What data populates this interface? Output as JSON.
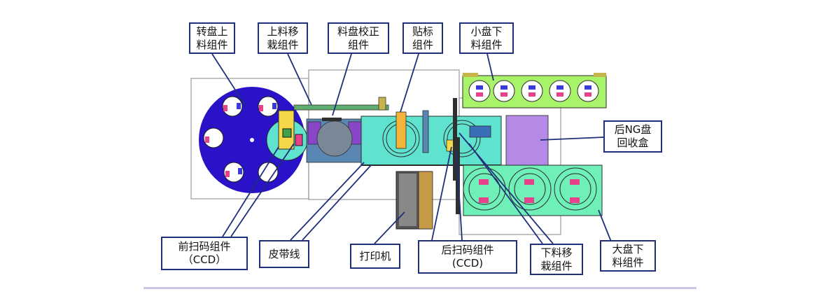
{
  "labels": {
    "turntable_loading": "转盘上\n料组件",
    "loading_transfer": "上料移\n栽组件",
    "tray_correction": "料盘校正\n组件",
    "labeling": "贴标\n组件",
    "small_tray_unloading": "小盘下\n料组件",
    "ng_tray_recovery": "后NG盘\n回收盒",
    "front_scan": "前扫码组件\n（CCD）",
    "belt_line": "皮带线",
    "printer": "打印机",
    "rear_scan": "后扫码组件\n(CCD)",
    "unloading_transfer": "下料移\n栽组件",
    "large_tray_unloading": "大盘下\n料组件"
  },
  "colors": {
    "callout_border": "#1f2f7a",
    "leader_line": "#1f2f7a",
    "turntable": "#2a12c9",
    "belt_conveyor": "#5fe3cf",
    "small_tray_frame": "#a9f36a",
    "large_tray_frame": "#6ef0b8",
    "ng_box": "#b58ae6",
    "tray_correction_plate": "#7a8796",
    "printer": "#8a8a8a"
  }
}
